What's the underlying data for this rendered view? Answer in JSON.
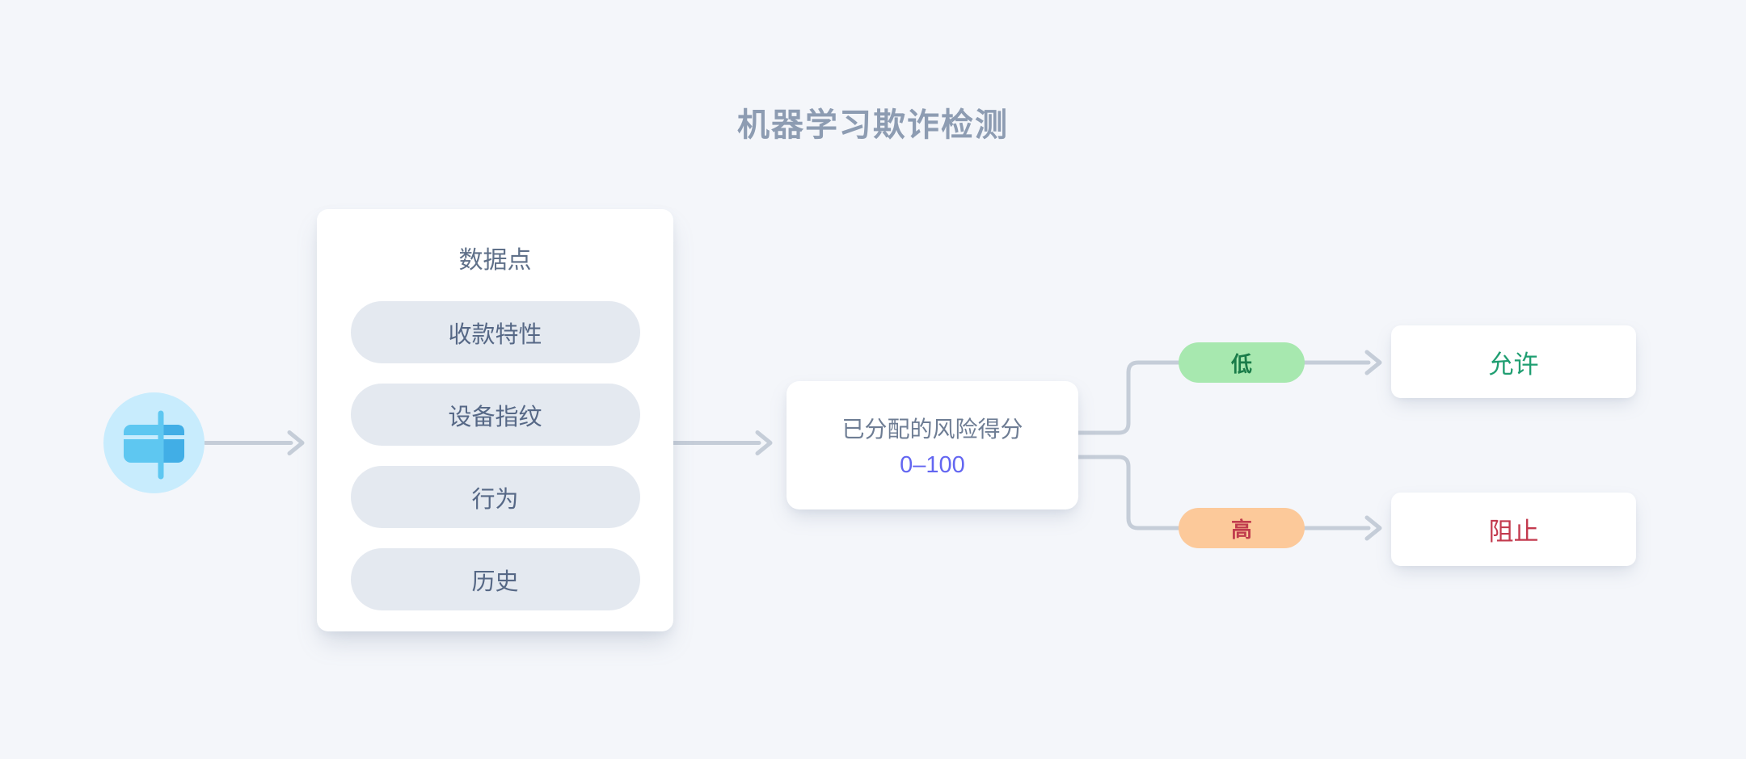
{
  "diagram": {
    "title": "机器学习欺诈检测",
    "source": {
      "icon": "credit-card-icon"
    },
    "data_points": {
      "header": "数据点",
      "items": [
        "收款特性",
        "设备指纹",
        "行为",
        "历史"
      ]
    },
    "risk_score": {
      "label": "已分配的风险得分",
      "range": "0–100"
    },
    "branches": [
      {
        "condition": "低",
        "outcome": "允许"
      },
      {
        "condition": "高",
        "outcome": "阻止"
      }
    ],
    "colors": {
      "background": "#f4f6fa",
      "title_text": "#8d9cb2",
      "connector": "#c5cdd8",
      "data_pill_bg": "#e4e9f0",
      "data_pill_text": "#566886",
      "risk_range_text": "#6366f1",
      "low_pill_bg": "#a7e8af",
      "low_pill_text": "#1a7c49",
      "allow_text": "#1f9e71",
      "high_pill_bg": "#fcc99a",
      "high_pill_text": "#c03b4d",
      "block_text": "#c33a4e",
      "icon_circle_bg": "#c8ecfd",
      "icon_card_light": "#5ec7f1",
      "icon_card_dark": "#41aee6"
    }
  }
}
